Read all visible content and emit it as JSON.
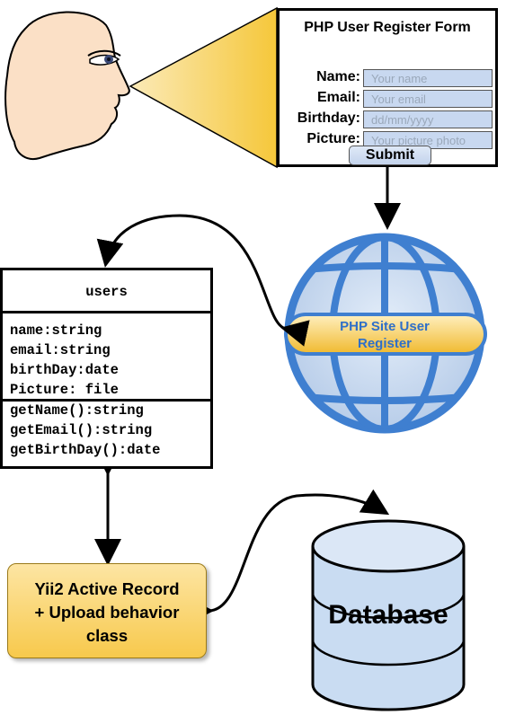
{
  "form": {
    "title": "PHP User Register Form",
    "fields": [
      {
        "label": "Name:",
        "placeholder": "Your name"
      },
      {
        "label": "Email:",
        "placeholder": "Your email"
      },
      {
        "label": "Birthday:",
        "placeholder": "dd/mm/yyyy"
      },
      {
        "label": "Picture:",
        "placeholder": "Your picture photo"
      }
    ],
    "submit_label": "Submit"
  },
  "globe": {
    "line1": "PHP Site User",
    "line2": "Register"
  },
  "uml_class": {
    "name": "users",
    "attributes": [
      "name:string",
      "email:string",
      "birthDay:date",
      "Picture: file"
    ],
    "methods": [
      "getName():string",
      "getEmail():string",
      "getBirthDay():date"
    ]
  },
  "active_record": {
    "lines": [
      "Yii2 Active Record",
      "+ Upload behavior",
      "class"
    ]
  },
  "database": {
    "label": "Database"
  },
  "colors": {
    "skin": "#fbe0c6",
    "beam": "#f7c94c",
    "globe_fill": "#c6d8f0",
    "globe_stroke": "#3f7fd0",
    "band": "#f7c94c",
    "db_fill": "#c9dcf2"
  },
  "icons": {
    "face": "human-face-profile-icon",
    "globe": "globe-icon",
    "database": "database-cylinder-icon"
  }
}
